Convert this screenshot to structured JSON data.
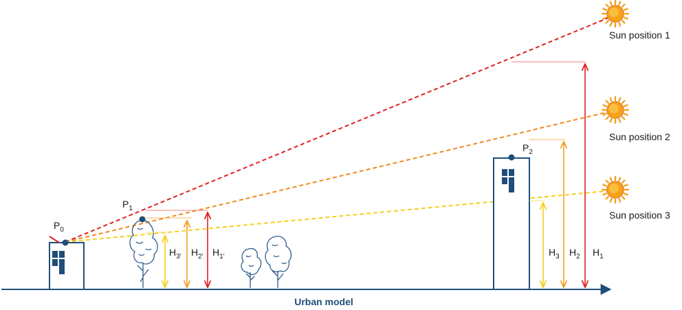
{
  "colors": {
    "ground": "#1f4e79",
    "building_fill": "#1f4e79",
    "ray_1": "#e02020",
    "ray_2": "#f08a1c",
    "ray_3": "#f5cf1a",
    "tree": "#2d5c8c",
    "sun_core": "#f6a21a",
    "sun_rays": "#f39c12"
  },
  "icons": {
    "sun": "sun-icon",
    "tree": "tree-icon",
    "building": "building-icon"
  },
  "axis": {
    "title": "Urban model"
  },
  "points": {
    "p0": {
      "base": "P",
      "sub": "0"
    },
    "p1": {
      "base": "P",
      "sub": "1"
    },
    "p2": {
      "base": "P",
      "sub": "2"
    }
  },
  "heights_near": [
    {
      "base": "H",
      "sub": "3′"
    },
    {
      "base": "H",
      "sub": "2′"
    },
    {
      "base": "H",
      "sub": "1′"
    }
  ],
  "heights_far": [
    {
      "base": "H",
      "sub": "3"
    },
    {
      "base": "H",
      "sub": "2"
    },
    {
      "base": "H",
      "sub": "1"
    }
  ],
  "suns": [
    {
      "label": "Sun position 1"
    },
    {
      "label": "Sun position 2"
    },
    {
      "label": "Sun position 3"
    }
  ]
}
